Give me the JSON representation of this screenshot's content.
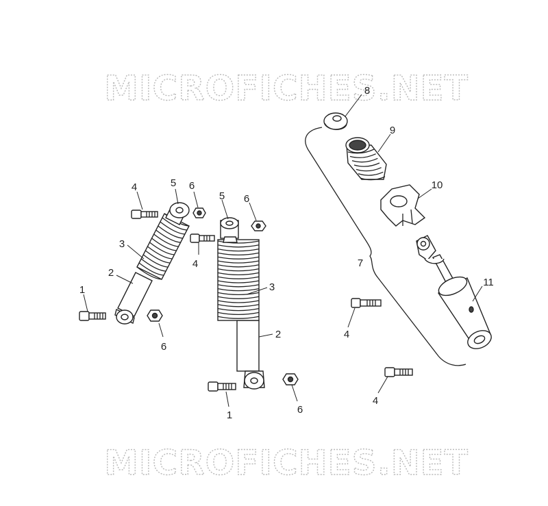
{
  "watermark": {
    "top_text": "MICROFICHES.NET",
    "bottom_text": "MICROFICHES.NET"
  },
  "labels": {
    "left_bolt_1": "1",
    "left_body_2": "2",
    "left_spring_3": "3",
    "left_bolt_4": "4",
    "left_bush_5": "5",
    "left_nut_6_top": "6",
    "left_nut_6_bottom": "6",
    "mid_bolt_4": "4",
    "mid_bush_5": "5",
    "mid_nut_6_top": "6",
    "mid_spring_3": "3",
    "mid_body_2": "2",
    "mid_bolt_1": "1",
    "mid_nut_6_bottom": "6",
    "assembly_7": "7",
    "retainer_8": "8",
    "bumper_9": "9",
    "spring_seat_10": "10",
    "damper_11": "11",
    "right_bolt_4_upper": "4",
    "right_bolt_4_lower": "4"
  }
}
